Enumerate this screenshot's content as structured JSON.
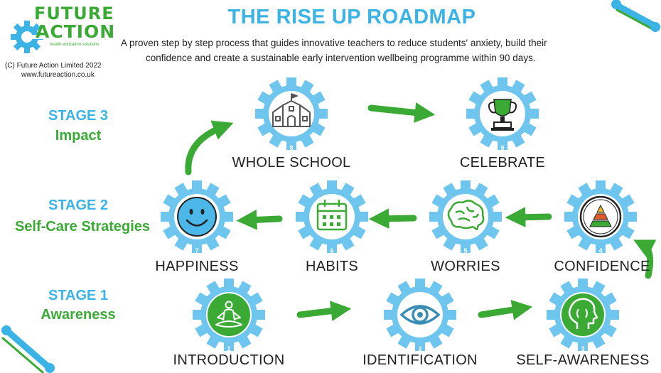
{
  "brand": {
    "line1": "FUTURE",
    "line2": "ACTION",
    "tagline": "health education solutions",
    "copyright": "(C) Future Action Limited 2022",
    "website": "www.futureaction.co.uk",
    "colors": {
      "blue": "#3bb3e5",
      "green": "#3aaa35"
    }
  },
  "title": "THE RISE UP ROADMAP",
  "subtitle": {
    "line1": "A proven step by step process that guides innovative teachers to reduce students' anxiety, build their",
    "line2": "confidence and create a sustainable early intervention wellbeing programme within 90 days."
  },
  "stages": [
    {
      "number": "STAGE 3",
      "name": "Impact"
    },
    {
      "number": "STAGE 2",
      "name": "Self-Care Strategies"
    },
    {
      "number": "STAGE 1",
      "name": "Awareness"
    }
  ],
  "steps": [
    {
      "num": "1",
      "label": "INTRODUCTION",
      "icon": "meditation-icon"
    },
    {
      "num": "2",
      "label": "IDENTIFICATION",
      "icon": "eye-icon"
    },
    {
      "num": "3",
      "label": "SELF-AWARENESS",
      "icon": "head-sound-icon"
    },
    {
      "num": "4",
      "label": "CONFIDENCE",
      "icon": "pyramid-icon"
    },
    {
      "num": "5",
      "label": "WORRIES",
      "icon": "brain-icon"
    },
    {
      "num": "6",
      "label": "HABITS",
      "icon": "calendar-icon"
    },
    {
      "num": "7",
      "label": "HAPPINESS",
      "icon": "smiley-icon"
    },
    {
      "num": "8",
      "label": "WHOLE SCHOOL",
      "icon": "school-icon"
    },
    {
      "num": "9",
      "label": "CELEBRATE",
      "icon": "trophy-icon"
    }
  ]
}
